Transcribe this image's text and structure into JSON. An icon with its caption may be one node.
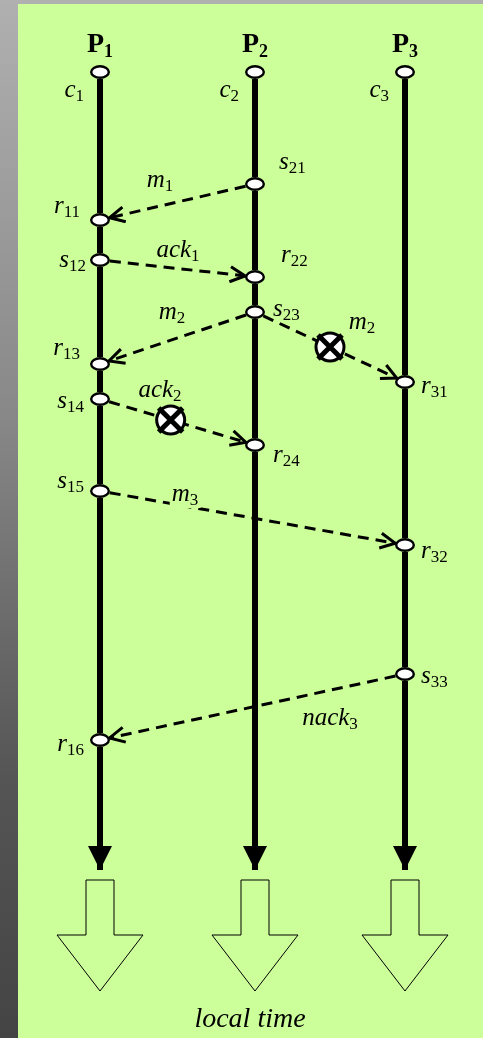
{
  "diagram": {
    "nodes": [
      {
        "text": [
          "c$_{1}$"
        ]
      },
      {
        "text": [
          "c$_{2}$"
        ]
      },
      {
        "text": [
          "c$_{3}$"
        ]
      },
      {
        "text": [
          "s$_{21}$"
        ]
      },
      {
        "text": [
          "r$_{11}$"
        ]
      },
      {
        "text": [
          "s$_{12}$"
        ]
      },
      {
        "text": [
          "r$_{22}$"
        ]
      },
      {
        "text": [
          "s$_{23}$"
        ]
      },
      {
        "text": [
          "r$_{13}$"
        ]
      },
      {
        "text": [
          "r$_{31}$"
        ]
      },
      {
        "text": [
          "s$_{14}$"
        ]
      },
      {
        "text": [
          "r$_{24}$"
        ]
      },
      {
        "text": [
          "s$_{15}$"
        ]
      },
      {
        "text": [
          "r$_{32}$"
        ]
      },
      {
        "text": [
          "s$_{33}$"
        ]
      },
      {
        "text": [
          "r$_{16}$"
        ]
      }
    ],
    "edges": [
      {
        "from": 0,
        "to": 4,
        "arrow": "none"
      },
      {
        "from": 4,
        "to": 5,
        "arrow": "none"
      },
      {
        "from": 5,
        "to": 8,
        "arrow": "none"
      },
      {
        "from": 8,
        "to": 10,
        "arrow": "none"
      },
      {
        "from": 10,
        "to": 12,
        "arrow": "none"
      },
      {
        "from": 12,
        "to": 15,
        "arrow": "none"
      },
      {
        "from": 15,
        "to": null,
        "arrow": "to"
      },
      {
        "from": 1,
        "to": 3,
        "arrow": "none"
      },
      {
        "from": 3,
        "to": 6,
        "arrow": "none"
      },
      {
        "from": 6,
        "to": 7,
        "arrow": "none"
      },
      {
        "from": 7,
        "to": 11,
        "arrow": "none"
      },
      {
        "from": 11,
        "to": null,
        "arrow": "to"
      },
      {
        "from": 2,
        "to": 9,
        "arrow": "none"
      },
      {
        "from": 9,
        "to": 13,
        "arrow": "none"
      },
      {
        "from": 13,
        "to": 14,
        "arrow": "none"
      },
      {
        "from": 14,
        "to": null,
        "arrow": "to"
      },
      {
        "from": 3,
        "to": 4,
        "arrow": "to",
        "style": "dashed",
        "label": "m$_{1}$"
      },
      {
        "from": 5,
        "to": 6,
        "arrow": "to",
        "style": "dashed",
        "label": "ack$_{1}$"
      },
      {
        "from": 7,
        "to": 8,
        "arrow": "to",
        "style": "dashed",
        "label": "m$_{2}$"
      },
      {
        "from": 7,
        "to": 9,
        "arrow": "to",
        "style": "dashed",
        "label": "m$_{2}$"
      },
      {
        "from": 10,
        "to": 11,
        "arrow": "to",
        "style": "dashed",
        "label": "ack$_{2}$"
      },
      {
        "from": 12,
        "to": 13,
        "arrow": "to",
        "style": "dashed",
        "label": "m$_{3}$"
      },
      {
        "from": 14,
        "to": 15,
        "arrow": "to",
        "style": "dashed",
        "label": "nack$_{3}$"
      }
    ],
    "labels": [
      "P$_{1}$",
      "P$_{2}$",
      "P$_{3}$",
      "local time"
    ]
  }
}
